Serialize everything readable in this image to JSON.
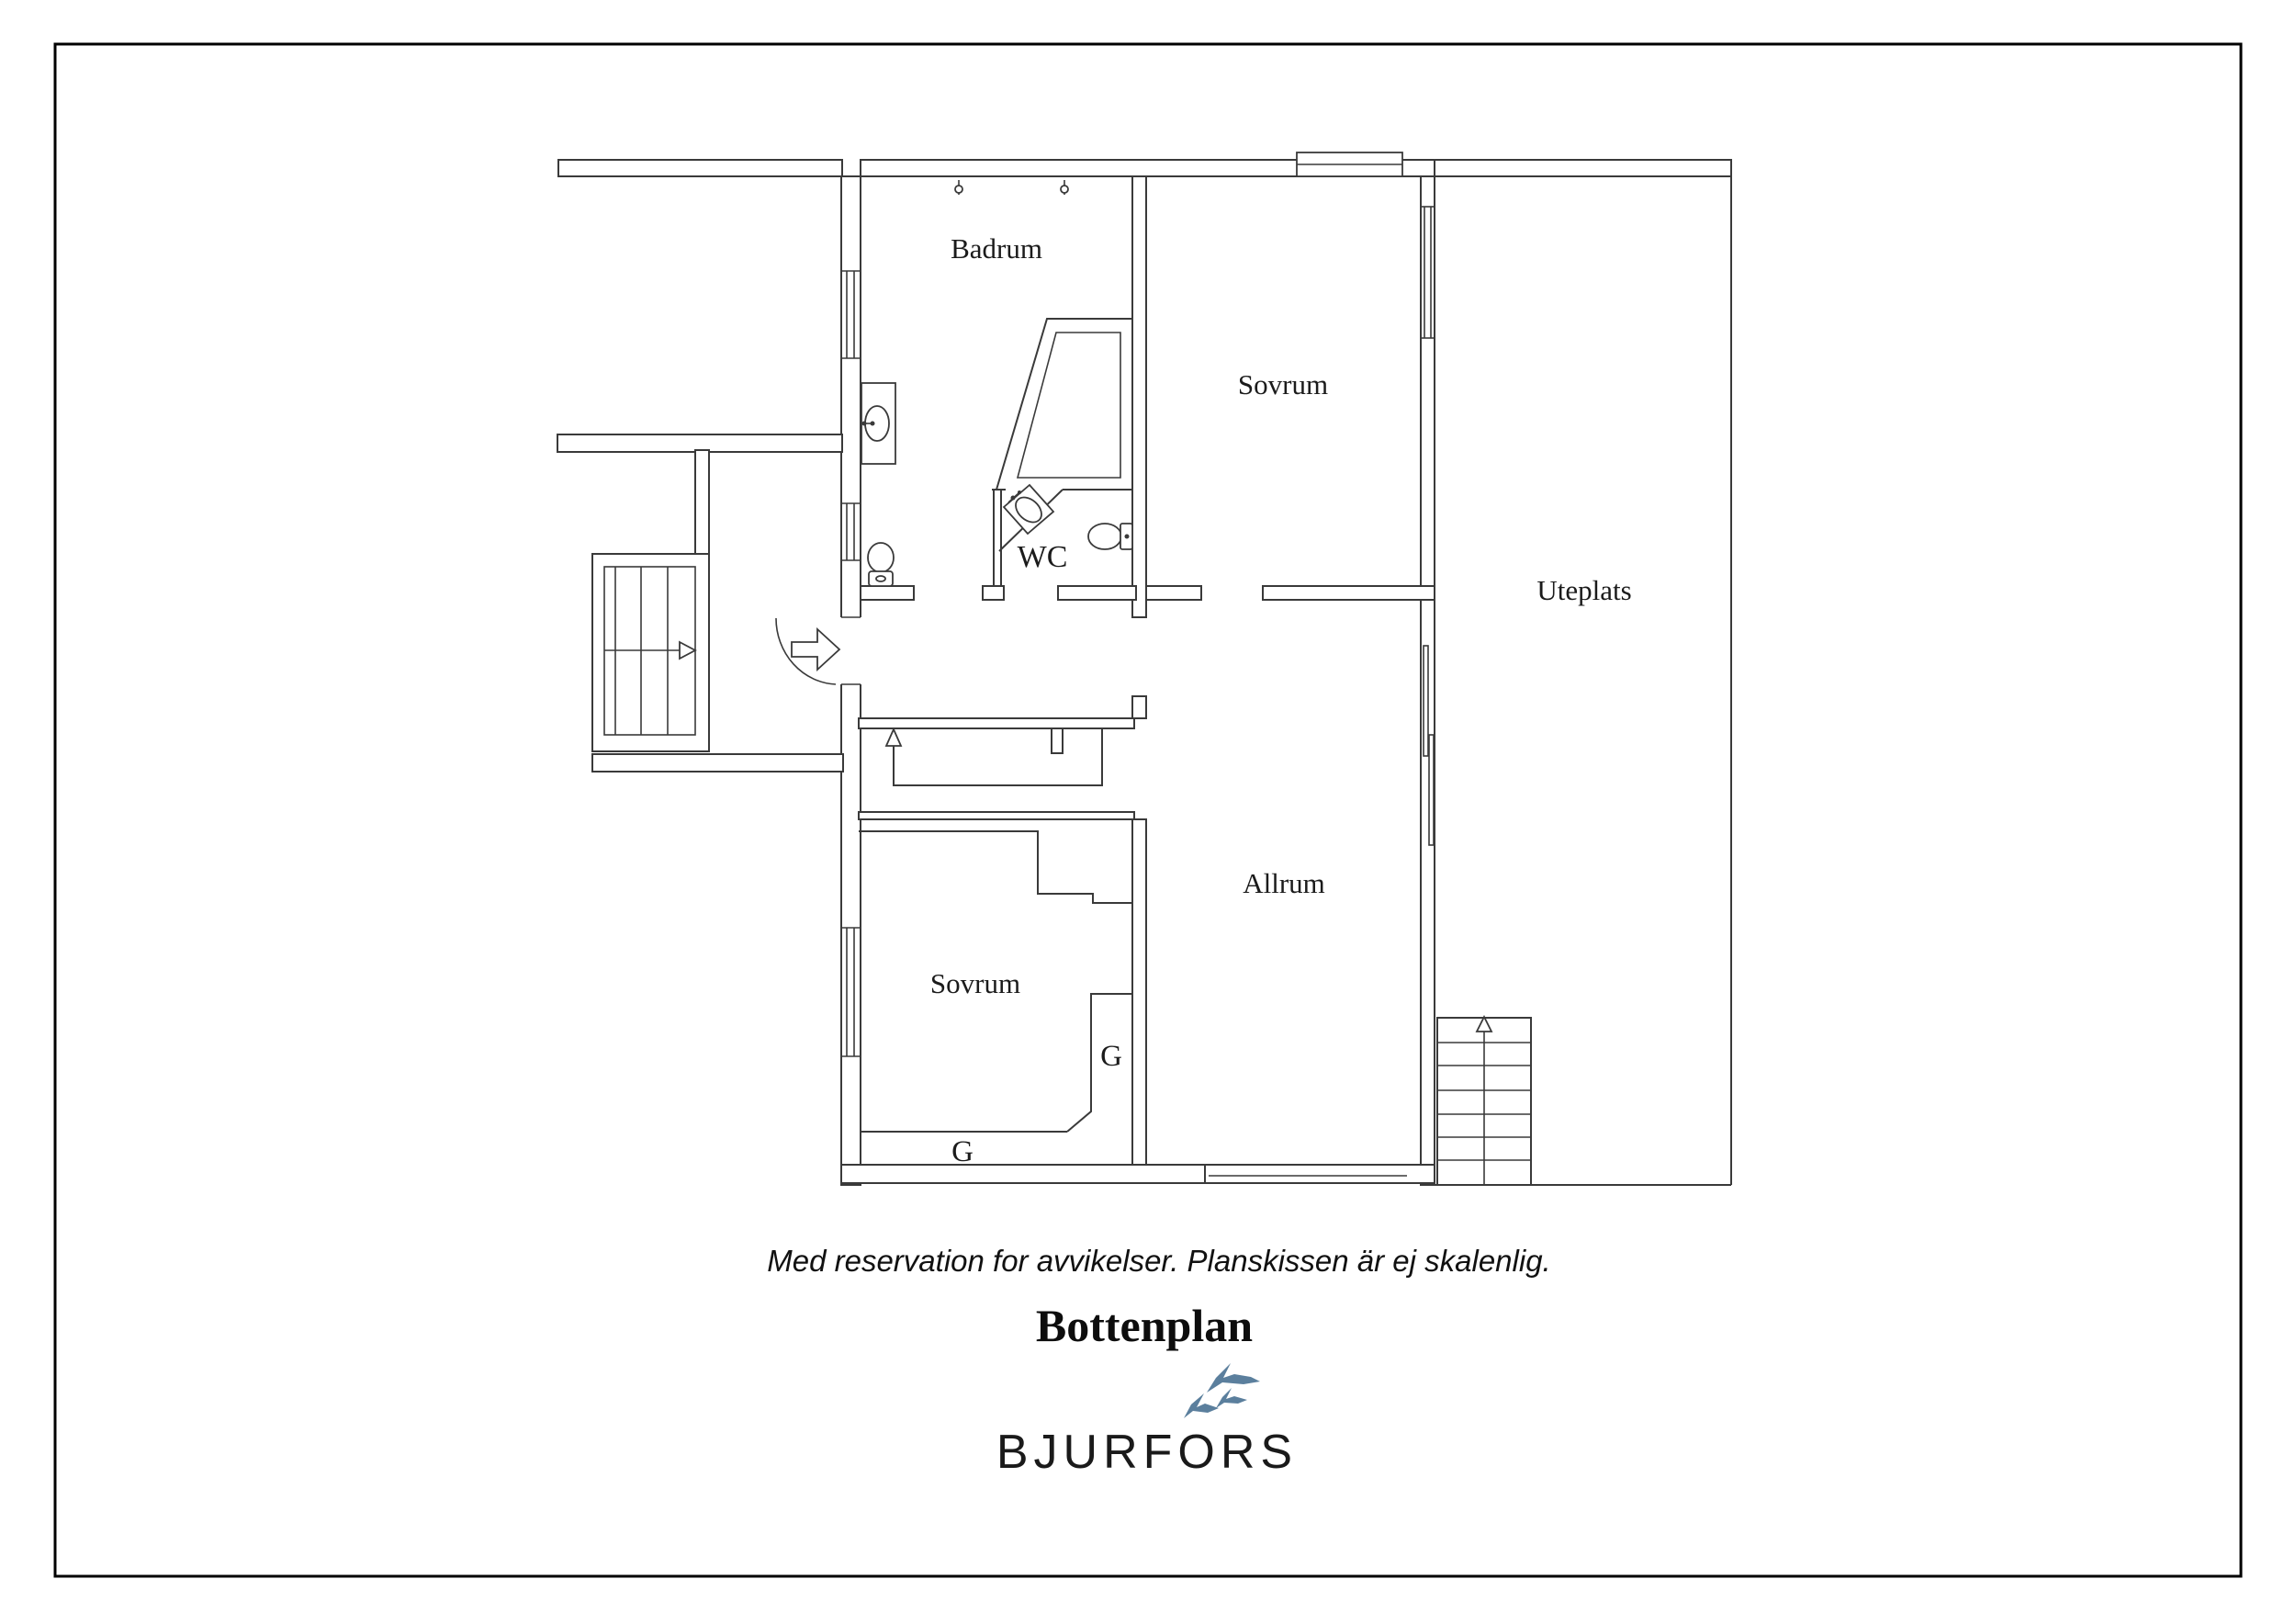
{
  "page": {
    "background": "#ffffff",
    "border_color": "#000000",
    "line_color": "#3a3a3a"
  },
  "plan": {
    "rooms": {
      "badrum": "Badrum",
      "sovrum_top": "Sovrum",
      "wc": "WC",
      "uteplats": "Uteplats",
      "allrum": "Allrum",
      "sovrum_bottom": "Sovrum",
      "closet_right": "G",
      "closet_bottom": "G"
    }
  },
  "footer": {
    "disclaimer": "Med reservation for avvikelser. Planskissen är ej skalenlig.",
    "title": "Bottenplan",
    "brand": "BJURFORS",
    "birds_color": "#5b7f9d"
  }
}
